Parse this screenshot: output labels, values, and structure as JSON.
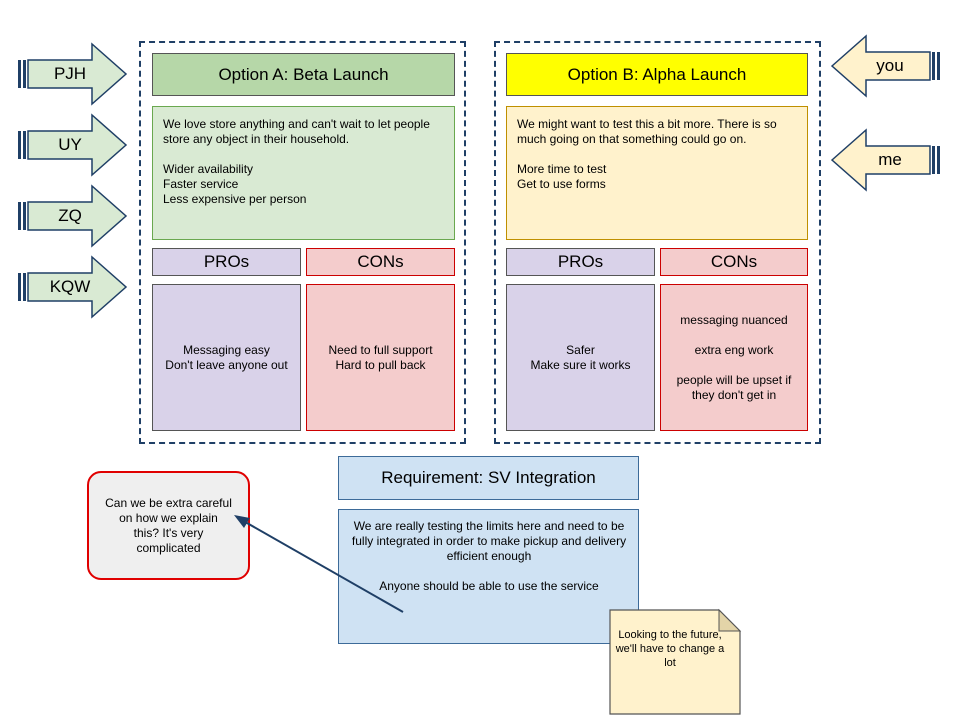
{
  "voters_left": [
    "PJH",
    "UY",
    "ZQ",
    "KQW"
  ],
  "voters_right": [
    "you",
    "me"
  ],
  "option_a": {
    "title": "Option A: Beta Launch",
    "description": "We love store anything and can't wait to let people store any object in their household.\n\nWider availability\nFaster service\nLess expensive per person",
    "pros_label": "PROs",
    "cons_label": "CONs",
    "pros": "Messaging easy\nDon't leave anyone out",
    "cons": "Need to full support\nHard to pull back"
  },
  "option_b": {
    "title": "Option B: Alpha Launch",
    "description": "We might want to test this a bit more.  There is so much going on that something could go on.\n\nMore time to test\nGet to use forms",
    "pros_label": "PROs",
    "cons_label": "CONs",
    "pros": "Safer\nMake sure it works",
    "cons": "messaging nuanced\n\nextra eng work\n\npeople will be upset if they don't get in"
  },
  "requirement": {
    "title": "Requirement: SV Integration",
    "description": "We are really testing the limits here and need to be fully integrated in order to make pickup and delivery efficient enough\n\nAnyone should be able to use the service"
  },
  "comment": "Can we be extra careful on how we explain this?  It's very complicated",
  "sticky_note": "Looking to the future, we'll have to change a lot",
  "colors": {
    "green_fill": "#b6d7a8",
    "green_light": "#d9ead3",
    "yellow_fill": "#ffff00",
    "yellow_light": "#fff2cc",
    "purple": "#d9d2e9",
    "red_light": "#f4cccc",
    "blue_light": "#cfe2f3",
    "arrow_left_fill": "#d9ead3",
    "arrow_right_fill": "#fff2cc"
  }
}
